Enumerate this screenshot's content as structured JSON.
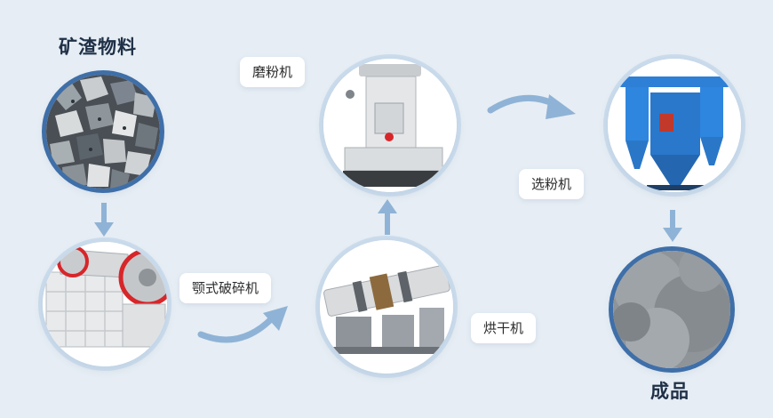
{
  "nodes": {
    "raw_material": {
      "title": "矿渣物料"
    },
    "jaw_crusher": {
      "label": "颚式破碎机"
    },
    "dryer": {
      "label": "烘干机"
    },
    "grinding_mill": {
      "label": "磨粉机"
    },
    "classifier": {
      "label": "选粉机"
    },
    "product": {
      "title": "成品"
    }
  },
  "colors": {
    "background": "#e6edf4",
    "arrow": "#8fb3d6",
    "ring_dark": "#3f6fa8",
    "classifier_blue": "#2e7fd6"
  }
}
